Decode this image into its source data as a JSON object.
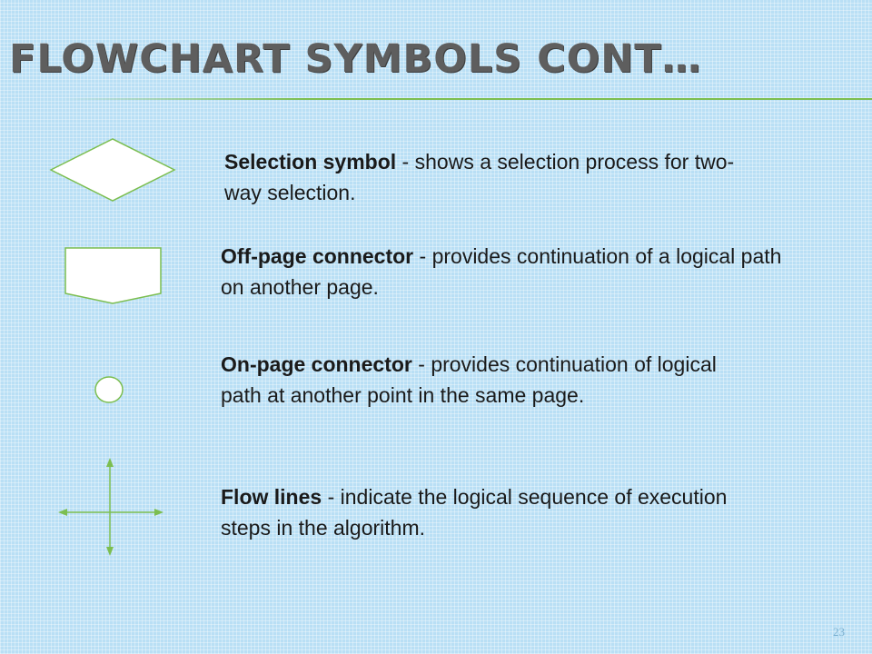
{
  "slide": {
    "title": "FLOWCHART SYMBOLS CONT…",
    "page_number": "23"
  },
  "items": [
    {
      "term": "Selection symbol",
      "separator": " - ",
      "description": "shows a selection process for two-way selection.",
      "icon": "diamond-icon"
    },
    {
      "term": "Off-page connector",
      "separator": " - ",
      "description": "provides continuation of a logical path on another page.",
      "icon": "off-page-connector-icon"
    },
    {
      "term": "On-page connector",
      "separator": " - ",
      "description": "provides continuation of logical path at another point in the same page.",
      "icon": "circle-icon"
    },
    {
      "term": "Flow lines",
      "separator": " - ",
      "description": "indicate the logical sequence of execution steps in the algorithm.",
      "icon": "flow-lines-icon"
    }
  ],
  "colors": {
    "background": "#b9dff5",
    "accent_green": "#7cbe50",
    "symbol_fill": "#ffffff"
  }
}
